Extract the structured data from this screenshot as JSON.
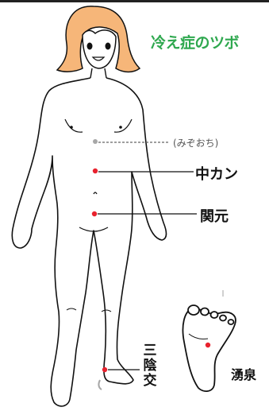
{
  "title": "冷え症のツボ",
  "colors": {
    "title": "#2fa84f",
    "hair": "#f6b679",
    "acupoint": "#e8222e",
    "minor_point": "#a7a7a7",
    "outline": "#111111"
  },
  "labels": {
    "mizoochi": "(みぞおち)",
    "chukan": "中カン",
    "kangen": "関元",
    "sanin": "三陰交",
    "yusen": "湧泉"
  }
}
